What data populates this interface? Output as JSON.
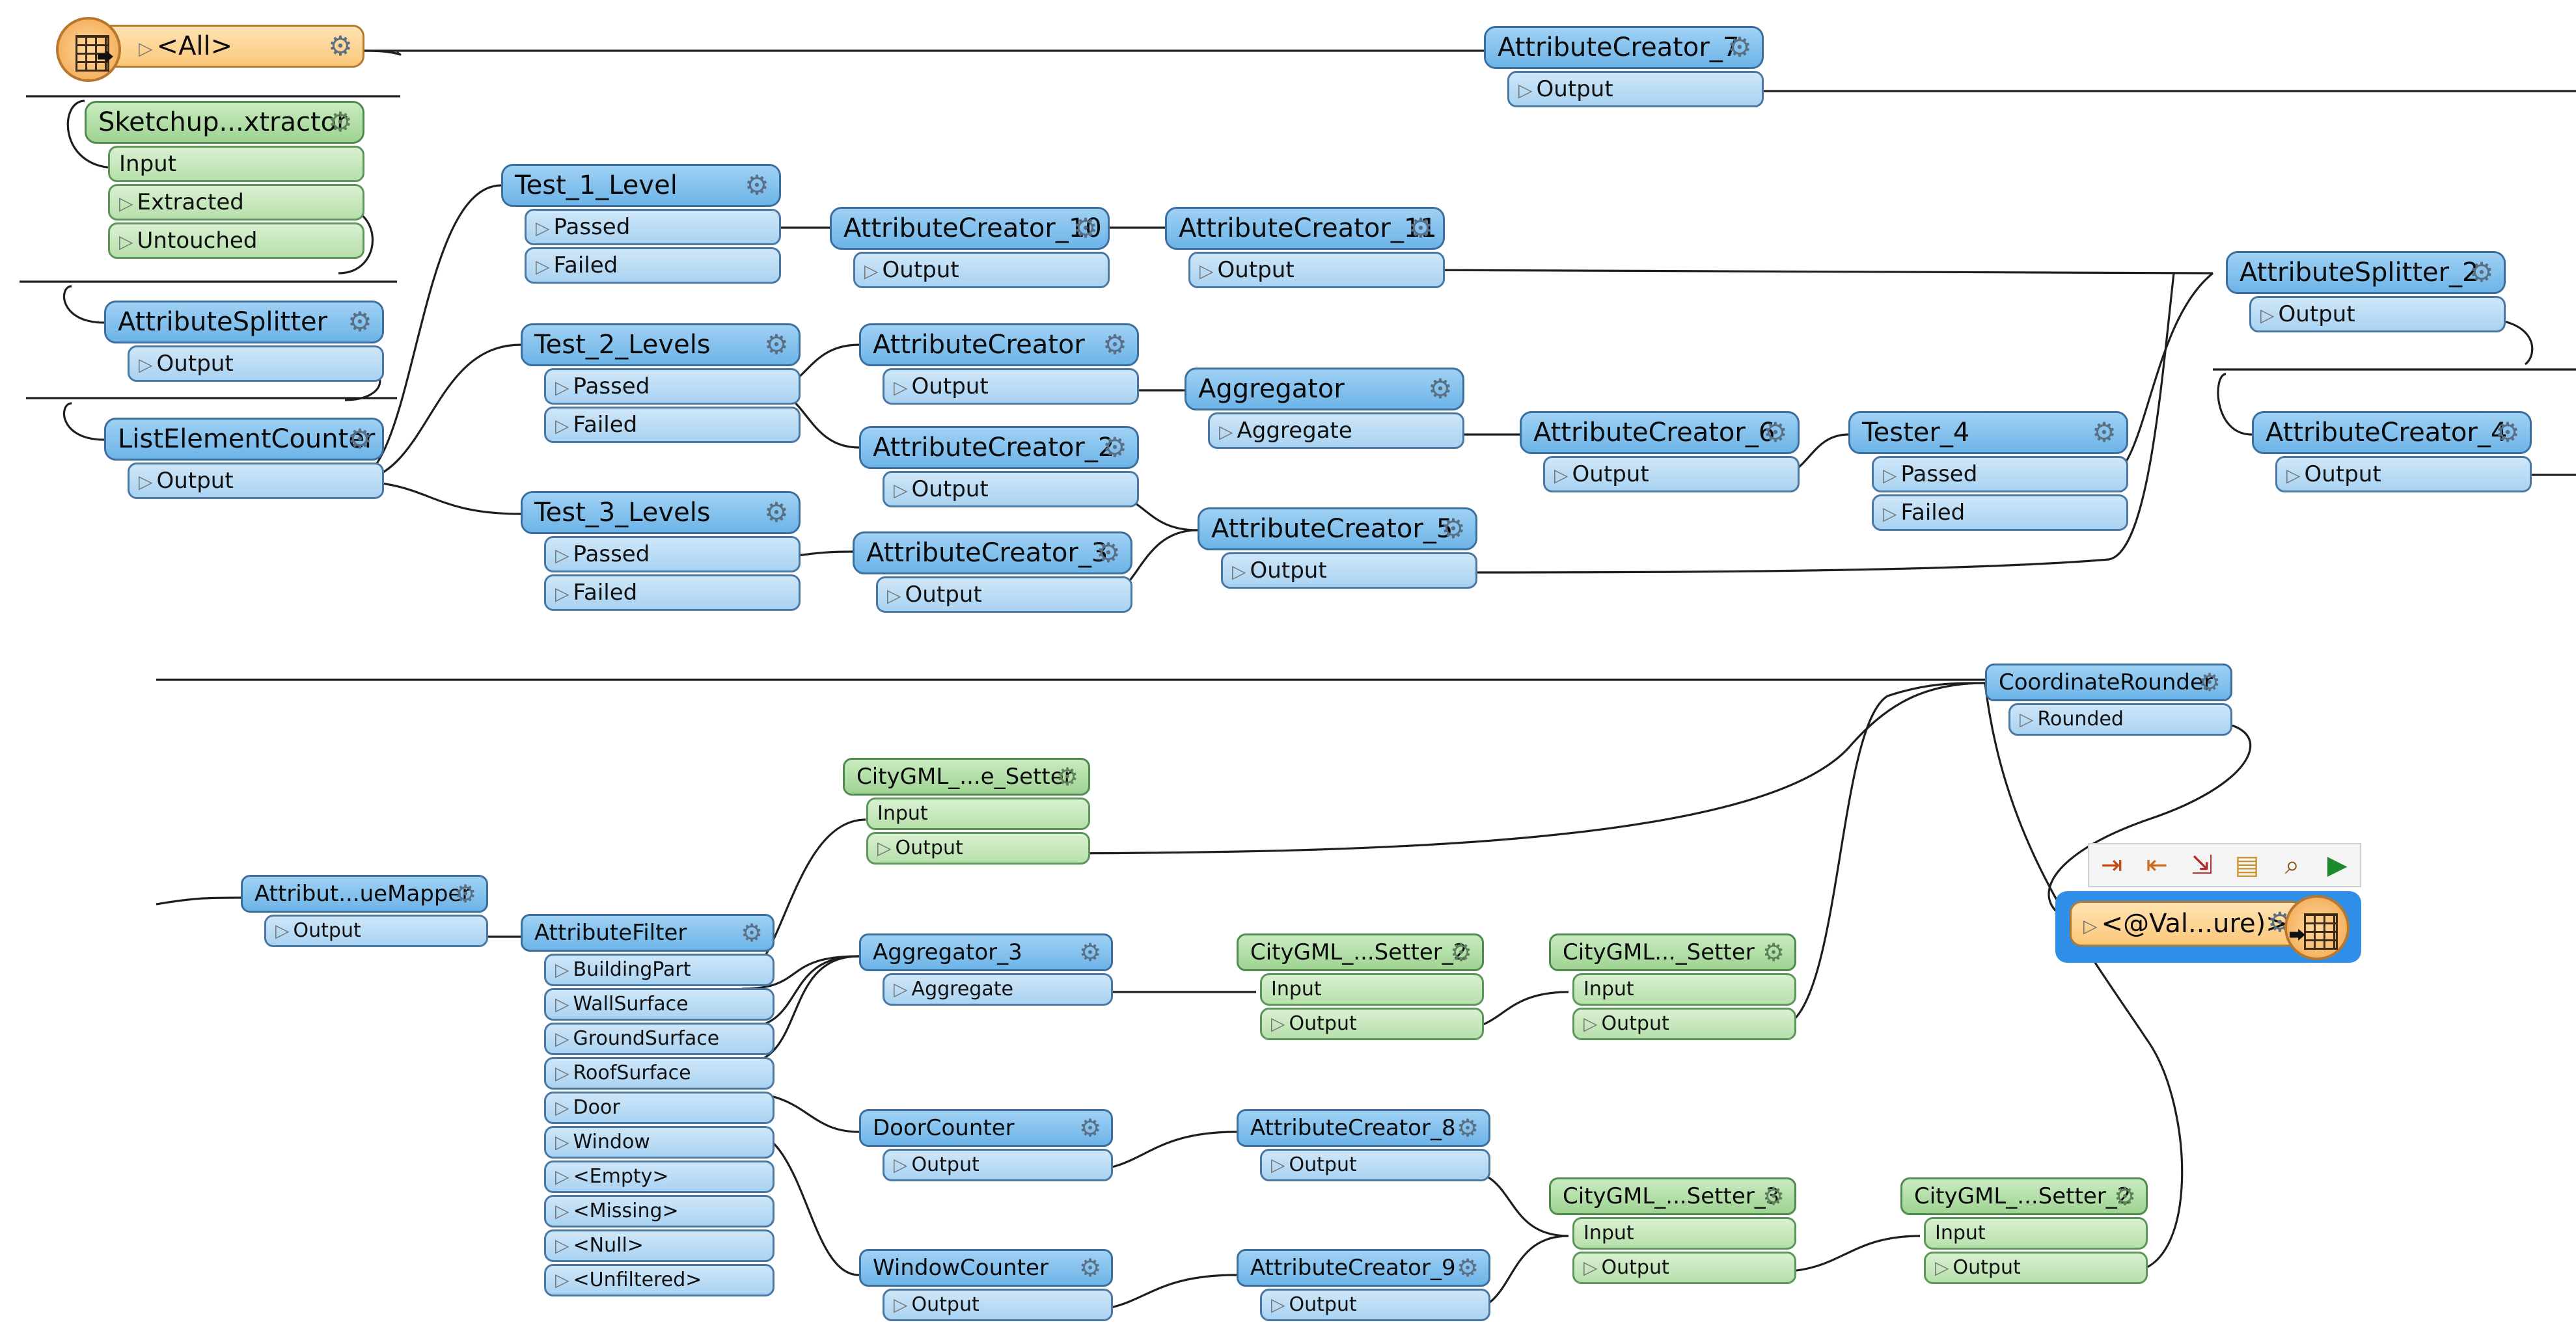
{
  "reader": {
    "feature_type": "<All>",
    "icon": "table-reader-icon"
  },
  "writer": {
    "feature_type": "<@Val...ure)>",
    "icon": "table-writer-icon"
  },
  "writer_toolbar": {
    "buttons": [
      "insert-icon",
      "input-port-icon",
      "output-port-icon",
      "folder-icon",
      "inspect-icon",
      "run-icon"
    ]
  },
  "nodes": [
    {
      "id": "n_ac7",
      "name": "AttributeCreator_7",
      "color": "blue",
      "ports": [
        "Output"
      ]
    },
    {
      "id": "n_sk",
      "name": "Sketchup...xtractor",
      "color": "green",
      "ports": [
        "Input",
        "Extracted",
        "Untouched"
      ]
    },
    {
      "id": "n_as",
      "name": "AttributeSplitter",
      "color": "blue",
      "ports": [
        "Output"
      ]
    },
    {
      "id": "n_lec",
      "name": "ListElementCounter",
      "color": "blue",
      "ports": [
        "Output"
      ]
    },
    {
      "id": "n_t1",
      "name": "Test_1_Level",
      "color": "blue",
      "ports": [
        "Passed",
        "Failed"
      ]
    },
    {
      "id": "n_t2",
      "name": "Test_2_Levels",
      "color": "blue",
      "ports": [
        "Passed",
        "Failed"
      ]
    },
    {
      "id": "n_t3",
      "name": "Test_3_Levels",
      "color": "blue",
      "ports": [
        "Passed",
        "Failed"
      ]
    },
    {
      "id": "n_ac10",
      "name": "AttributeCreator_10",
      "color": "blue",
      "ports": [
        "Output"
      ]
    },
    {
      "id": "n_ac11",
      "name": "AttributeCreator_11",
      "color": "blue",
      "ports": [
        "Output"
      ]
    },
    {
      "id": "n_ac",
      "name": "AttributeCreator",
      "color": "blue",
      "ports": [
        "Output"
      ]
    },
    {
      "id": "n_ac2",
      "name": "AttributeCreator_2",
      "color": "blue",
      "ports": [
        "Output"
      ]
    },
    {
      "id": "n_ac3",
      "name": "AttributeCreator_3",
      "color": "blue",
      "ports": [
        "Output"
      ]
    },
    {
      "id": "n_agg",
      "name": "Aggregator",
      "color": "blue",
      "ports": [
        "Aggregate"
      ]
    },
    {
      "id": "n_ac5",
      "name": "AttributeCreator_5",
      "color": "blue",
      "ports": [
        "Output"
      ]
    },
    {
      "id": "n_ac6",
      "name": "AttributeCreator_6",
      "color": "blue",
      "ports": [
        "Output"
      ]
    },
    {
      "id": "n_t4",
      "name": "Tester_4",
      "color": "blue",
      "ports": [
        "Passed",
        "Failed"
      ]
    },
    {
      "id": "n_as2",
      "name": "AttributeSplitter_2",
      "color": "blue",
      "ports": [
        "Output"
      ]
    },
    {
      "id": "n_ac4",
      "name": "AttributeCreator_4",
      "color": "blue",
      "ports": [
        "Output"
      ]
    },
    {
      "id": "n_cr",
      "name": "CoordinateRounder",
      "color": "blue",
      "ports": [
        "Rounded"
      ]
    },
    {
      "id": "n_cgs",
      "name": "CityGML_...e_Setter",
      "color": "green",
      "ports": [
        "Input",
        "Output"
      ]
    },
    {
      "id": "n_avm",
      "name": "Attribut...ueMapper",
      "color": "blue",
      "ports": [
        "Output"
      ]
    },
    {
      "id": "n_af",
      "name": "AttributeFilter",
      "color": "blue",
      "ports": [
        "BuildingPart",
        "WallSurface",
        "GroundSurface",
        "RoofSurface",
        "Door",
        "Window",
        "<Empty>",
        "<Missing>",
        "<Null>",
        "<Unfiltered>"
      ]
    },
    {
      "id": "n_agg3",
      "name": "Aggregator_3",
      "color": "blue",
      "ports": [
        "Aggregate"
      ]
    },
    {
      "id": "n_cgs2a",
      "name": "CityGML_...Setter_2",
      "color": "green",
      "ports": [
        "Input",
        "Output"
      ]
    },
    {
      "id": "n_cgsb",
      "name": "CityGML..._Setter",
      "color": "green",
      "ports": [
        "Input",
        "Output"
      ]
    },
    {
      "id": "n_dc",
      "name": "DoorCounter",
      "color": "blue",
      "ports": [
        "Output"
      ]
    },
    {
      "id": "n_ac8",
      "name": "AttributeCreator_8",
      "color": "blue",
      "ports": [
        "Output"
      ]
    },
    {
      "id": "n_wc",
      "name": "WindowCounter",
      "color": "blue",
      "ports": [
        "Output"
      ]
    },
    {
      "id": "n_ac9",
      "name": "AttributeCreator_9",
      "color": "blue",
      "ports": [
        "Output"
      ]
    },
    {
      "id": "n_cgs3",
      "name": "CityGML_...Setter_3",
      "color": "green",
      "ports": [
        "Input",
        "Output"
      ]
    },
    {
      "id": "n_cgs2b",
      "name": "CityGML_...Setter_2",
      "color": "green",
      "ports": [
        "Input",
        "Output"
      ]
    }
  ]
}
